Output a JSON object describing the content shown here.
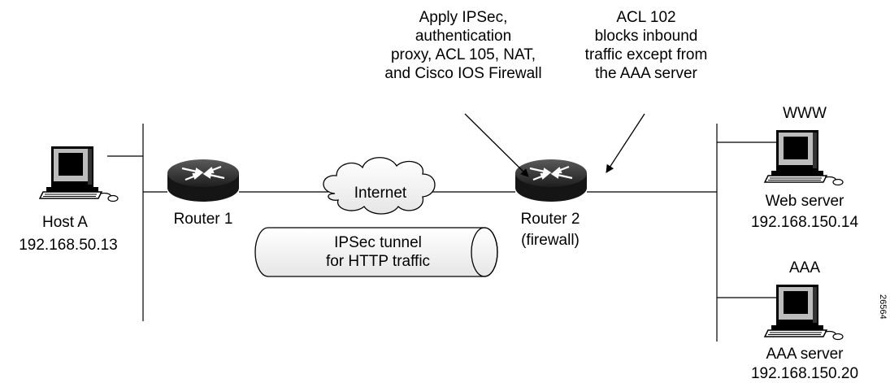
{
  "annotations": {
    "router2_config": "Apply IPSec,\nauthentication\nproxy, ACL 105, NAT,\nand Cisco IOS Firewall",
    "acl102": "ACL 102\nblocks inbound\ntraffic except from\nthe AAA server"
  },
  "nodes": {
    "host_a": {
      "name": "Host A",
      "ip": "192.168.50.13"
    },
    "router1": {
      "name": "Router 1"
    },
    "internet": {
      "name": "Internet"
    },
    "router2": {
      "name": "Router 2",
      "role": "(firewall)"
    },
    "web_server": {
      "tag": "WWW",
      "name": "Web server",
      "ip": "192.168.150.14"
    },
    "aaa_server": {
      "tag": "AAA",
      "name": "AAA server",
      "ip": "192.168.150.20"
    }
  },
  "tunnel": {
    "label": "IPSec tunnel\nfor HTTP traffic"
  },
  "figure_id": "26564"
}
